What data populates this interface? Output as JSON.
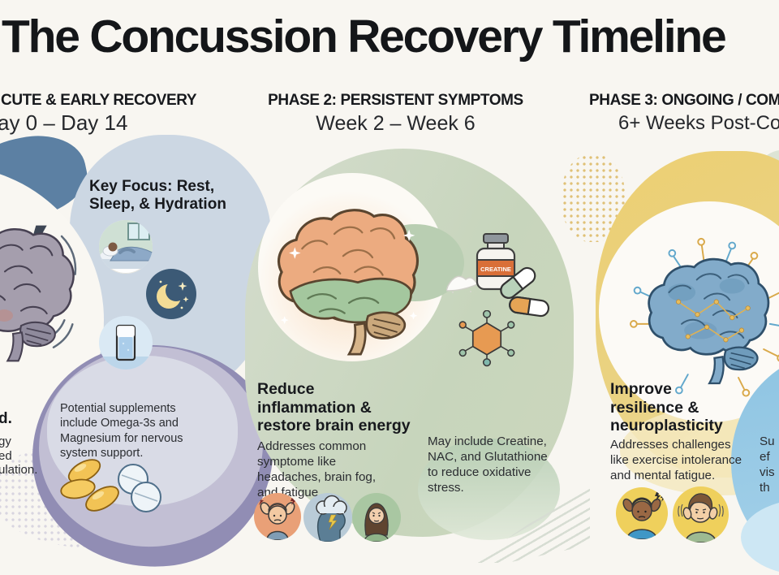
{
  "title": "The Concussion Recovery Timeline",
  "phases": {
    "phase1": {
      "label": "CUTE & EARLY RECOVERY",
      "timeframe": "ay 0 – Day 14",
      "key_focus": "Key Focus: Rest,\nSleep, & Hydration",
      "supplement_note": "Potential supplements\ninclude Omega-3s and\nMagnesium for nervous\nsystem support.",
      "cut_text_bold": "d.",
      "cut_text_rest": "gy\ned\nulation.",
      "icons": [
        "injured-brain-icon",
        "sleeping-person-icon",
        "moon-and-stars-icon",
        "water-glass-icon",
        "omega3-capsules-icon",
        "tablet-pills-icon"
      ]
    },
    "phase2": {
      "label": "PHASE 2: PERSISTENT SYMPTOMS",
      "timeframe": "Week 2 – Week 6",
      "heading": "Reduce\ninflammation &\nrestore brain energy",
      "body": "Addresses common\nsymptome like\nheadaches, brain fog,\nand fatigue.",
      "supplement_note": "May include Creatine,\nNAC, and Glutathione\nto reduce oxidative\nstress.",
      "bottle_label": "CREATINE",
      "icons": [
        "healing-brain-icon",
        "creatine-bottle-icon",
        "capsules-icon",
        "molecule-icon",
        "headache-person-icon",
        "brain-fog-icon",
        "fatigued-person-icon"
      ]
    },
    "phase3": {
      "label": "PHASE 3: ONGOING / COM",
      "timeframe": "6+ Weeks Post-Co",
      "heading": "Improve\nresilience &\nneuroplasticity",
      "body": "Addresses challenges\nlike exercise intolerance\nand mental fatigue.",
      "cut_text_right": "Su\nef\nvis\nth",
      "icons": [
        "neuroplasticity-brain-icon",
        "exercise-intolerance-icon",
        "mental-fatigue-icon"
      ]
    }
  },
  "colors": {
    "background": "#f8f6f1",
    "phase1_dark_blue": "#5c80a3",
    "phase1_blue_gray": "#ccd7e3",
    "phase1_lavender": "#918db4",
    "phase2_green": "#c8d5bd",
    "phase3_yellow": "#ecd27c",
    "phase3_blue": "#8ec4e2",
    "text_dark": "#17191d"
  }
}
